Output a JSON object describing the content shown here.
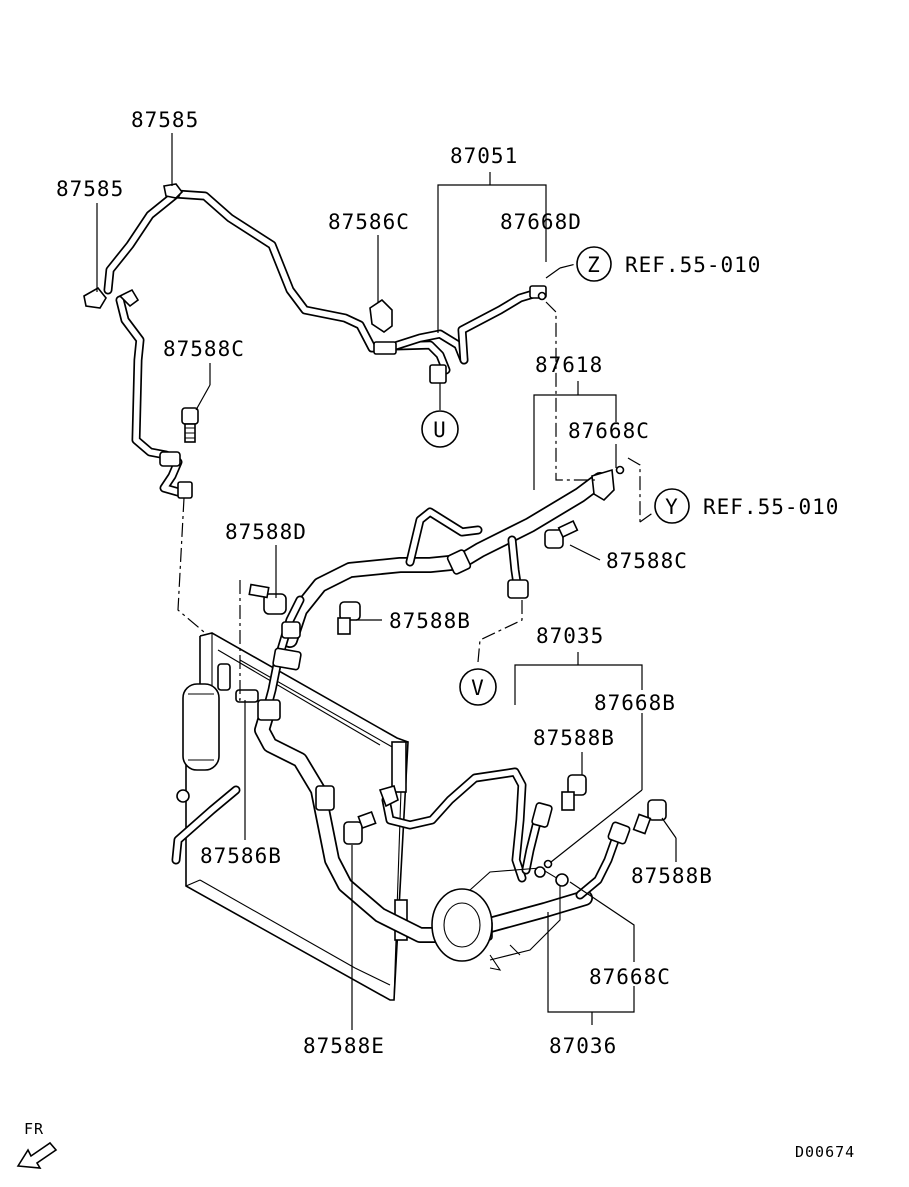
{
  "diagram": {
    "drawing_code": "D00674",
    "direction_label": "FR",
    "part_labels": {
      "p87585_top": "87585",
      "p87585_left": "87585",
      "p87051": "87051",
      "p87586C": "87586C",
      "p87668D": "87668D",
      "p87588C_upper": "87588C",
      "p87618": "87618",
      "p87668C_upper": "87668C",
      "p87588D": "87588D",
      "p87588C_mid": "87588C",
      "p87588B_mid": "87588B",
      "p87035": "87035",
      "p87668B": "87668B",
      "p87588B_lower": "87588B",
      "p87586B": "87586B",
      "p87588B_right": "87588B",
      "p87668C_lower": "87668C",
      "p87588E": "87588E",
      "p87036": "87036"
    },
    "references": {
      "z_letter": "Z",
      "z_ref": "REF.55-010",
      "y_letter": "Y",
      "y_ref": "REF.55-010",
      "u_letter": "U",
      "v_letter": "V"
    }
  }
}
